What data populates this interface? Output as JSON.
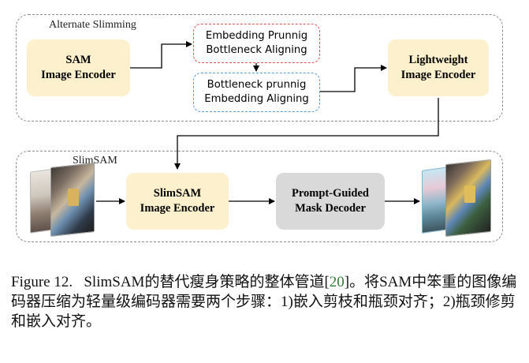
{
  "groups": {
    "top_label": "Alternate Slimming",
    "bottom_label": "SlimSAM"
  },
  "boxes": {
    "sam_encoder": [
      "SAM",
      "Image Encoder"
    ],
    "pruning_red": [
      "Embedding Prunnig",
      "Bottleneck Aligning"
    ],
    "pruning_blue": [
      "Bottleneck prunnig",
      "Embedding Aligning"
    ],
    "lightweight_encoder": [
      "Lightweight",
      "Image Encoder"
    ],
    "slimsam_encoder": [
      "SlimSAM",
      "Image Encoder"
    ],
    "mask_decoder": [
      "Prompt-Guided",
      "Mask Decoder"
    ]
  },
  "caption": {
    "figure_label": "Figure 12.",
    "text_before_ref": "SlimSAM的替代瘦身策略的整体管道[",
    "ref": "20",
    "text_after_ref": "]。将SAM中笨重的图像编码器压缩为轻量级编码器需要两个步骤：1)嵌入剪枝和瓶颈对齐；2)瓶颈修剪和嵌入对齐。"
  },
  "colors": {
    "yellow_box": "#fdf1cd",
    "gray_box": "#d9d9d9",
    "red_dash": "#d9534f",
    "blue_dash": "#5b9bd5",
    "ref_green": "#2e7d32"
  }
}
